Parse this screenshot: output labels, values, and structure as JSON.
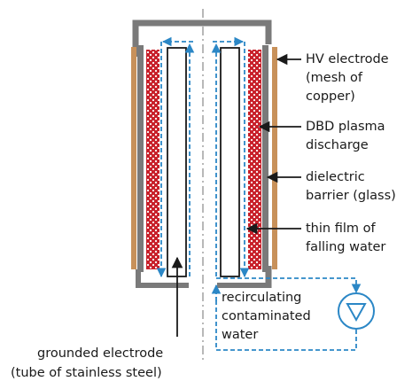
{
  "labels": {
    "hv_electrode": [
      "HV electrode",
      "(mesh of",
      "copper)"
    ],
    "plasma": [
      "DBD plasma",
      "discharge"
    ],
    "dielectric": [
      "dielectric",
      "barrier (glass)"
    ],
    "water_film": [
      "thin film of",
      "falling water"
    ],
    "recirculating": [
      "recirculating",
      "contaminated",
      "water"
    ],
    "grounded": [
      "grounded electrode",
      "(tube of stainless steel)"
    ]
  },
  "colors": {
    "steel": "#7a7a7a",
    "copper": "#c8915a",
    "plasma": "#c8202a",
    "flow": "#2b87c6",
    "line": "#1a1a1a"
  },
  "icons": {
    "pump": "pump-triangle-icon"
  }
}
